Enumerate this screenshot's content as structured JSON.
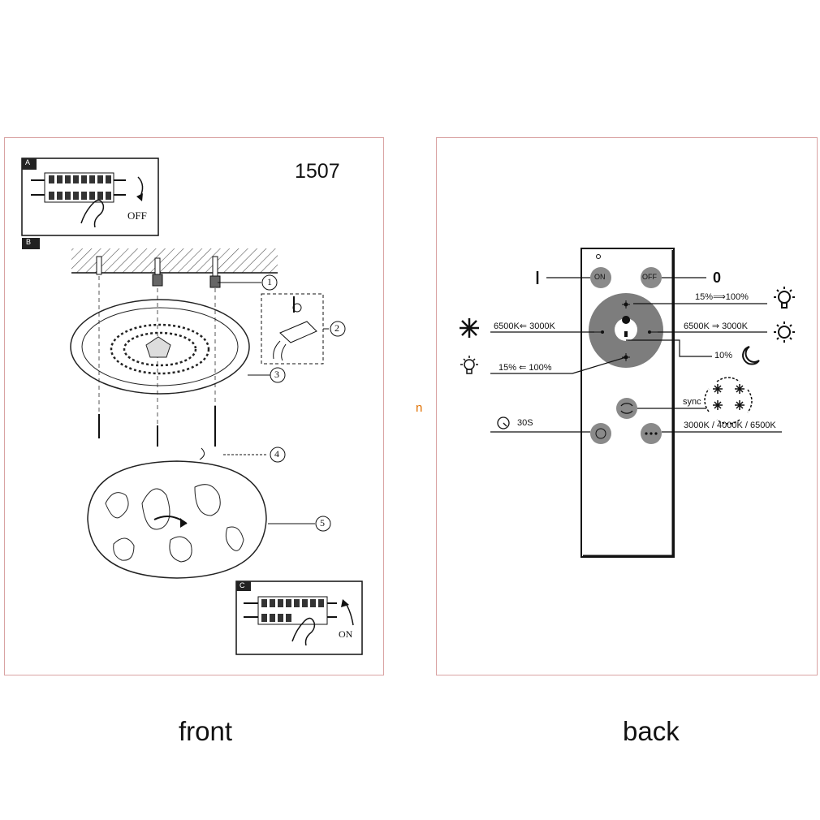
{
  "front": {
    "caption": "front",
    "model_number": "1507",
    "step_a_label": "A",
    "step_b_label": "B",
    "step_c_label": "C",
    "off_label": "OFF",
    "on_label": "ON",
    "callouts": [
      "1",
      "2",
      "3",
      "4",
      "5"
    ]
  },
  "back": {
    "caption": "back",
    "on_symbol": "I",
    "off_symbol": "0",
    "remote": {
      "indicator": "o",
      "on_button": "ON",
      "off_button": "OFF"
    },
    "labels": {
      "brightness_up": "15%⟹100%",
      "cold_warm": "6500K⇐ 3000K",
      "warm_cold": "6500K ⇒ 3000K",
      "night": "10%",
      "brightness_down": "15% ⇐ 100%",
      "sync": "sync",
      "timer": "30S",
      "color_temps": "3000K / 4000K / 6500K"
    }
  },
  "colors": {
    "remote_dial": "#7d7d7d",
    "button": "#8a8a8a",
    "panel_border": "#d9a3a3",
    "accent_mark": "#e07000"
  },
  "stray_mark": "n"
}
